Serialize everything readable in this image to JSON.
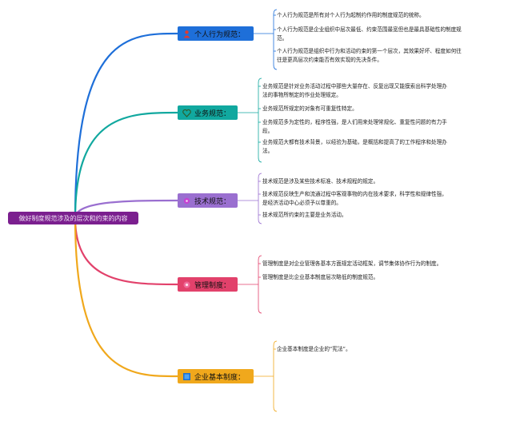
{
  "root": {
    "label": "做好制度规范涉及的层次和约束的内容",
    "color": "#7b1f8f"
  },
  "branches": [
    {
      "id": "b1",
      "label": "个人行为规范：",
      "icon": "person-icon",
      "node_color": "#1e6fd9",
      "line_color": "#1e6fd9",
      "leaves": [
        [
          "个人行为规范是所有对个人行为起制约作用的制度规范的统称。"
        ],
        [
          "个人行为规范是企业组织中层次最低、约束范围最宽但也是最具基础性的制度规",
          "范。"
        ],
        [
          "个人行为规范是组织中行为和活动约束的第一个层次，其效果好坏、程度如何往",
          "往是更高层次约束能否有效实现的先决条件。"
        ]
      ]
    },
    {
      "id": "b2",
      "label": "业务规范：",
      "icon": "heart-icon",
      "node_color": "#11a89f",
      "line_color": "#11a89f",
      "leaves": [
        [
          "业务规范是针对业务活动过程中那些大量存在、反复出现又能摸索出科学处理办",
          "法的事物所制定的作业处理规定。"
        ],
        [
          "业务规范所规定的对象有可重复性特定。"
        ],
        [
          "业务规范多为定性的，程序性强，是人们用来处理常规化、重复性问题的有力手",
          "段。"
        ],
        [
          "业务规范大都有技术背景，以经验为基础，是概括和提高了的工作程序和处理办",
          "法。"
        ]
      ]
    },
    {
      "id": "b3",
      "label": "技术规范：",
      "icon": "gear-icon",
      "node_color": "#9a6fd0",
      "line_color": "#9a6fd0",
      "leaves": [
        [
          "技术规范是涉及某些技术标准、技术规程的规定。"
        ],
        [
          "技术规范反映生产和流通过程中客观事物的内在技术要求，科学性和规律性强，",
          "是经济活动中心必须予以尊重的。"
        ],
        [
          "技术规范所约束的主要是业务活动。"
        ]
      ]
    },
    {
      "id": "b4",
      "label": "管理制度：",
      "icon": "star-icon",
      "node_color": "#e2416b",
      "line_color": "#e2416b",
      "leaves": [
        [
          "管理制度是对企业管理各基本方面规定活动框架，调节集体协作行为的制度。"
        ],
        [
          "管理制度是比企业基本制度层次略低的制度规范。"
        ]
      ]
    },
    {
      "id": "b5",
      "label": "企业基本制度：",
      "icon": "grid-icon",
      "node_color": "#f0a81c",
      "line_color": "#f0a81c",
      "leaves": [
        [
          "企业基本制度是企业的“宪法”。"
        ]
      ]
    }
  ]
}
